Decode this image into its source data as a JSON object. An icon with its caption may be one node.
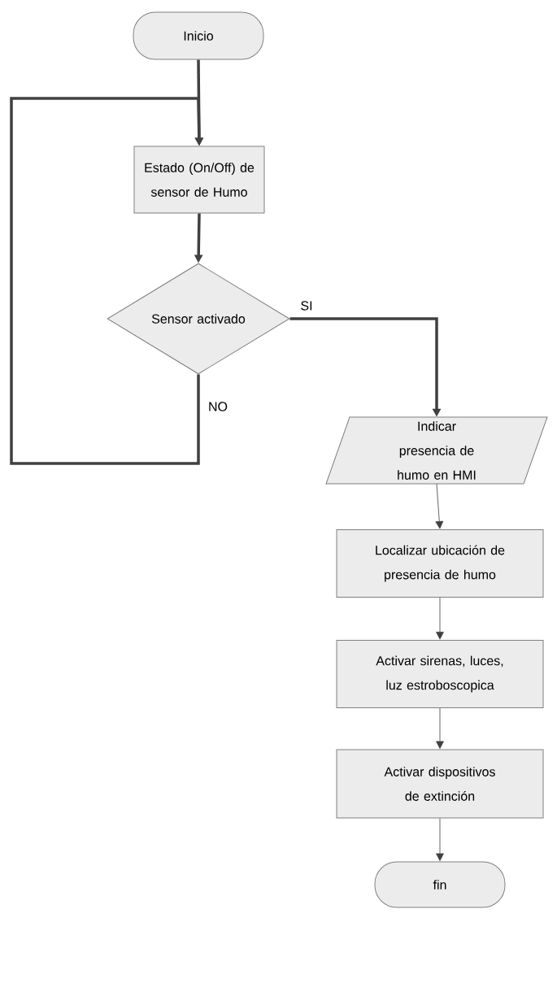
{
  "diagram": {
    "nodes": [
      {
        "text": [
          "Inicio"
        ]
      },
      {
        "text": [
          "Estado (On/Off) de sensor de Humo"
        ]
      },
      {
        "text": [
          "Sensor activado"
        ]
      },
      {
        "text": [
          "Indicar presencia de humo en HMI"
        ]
      },
      {
        "text": [
          "Localizar ubicación de presencia de humo"
        ]
      },
      {
        "text": [
          "Activar sirenas, luces, luz estroboscopica"
        ]
      },
      {
        "text": [
          "Activar dispositivos de extinción"
        ]
      },
      {
        "text": [
          "fin"
        ]
      }
    ],
    "edges": [
      {
        "from": 0,
        "to": 1,
        "arrow": "to",
        "style": "thick"
      },
      {
        "from": 1,
        "to": 2,
        "arrow": "to",
        "style": "thick"
      },
      {
        "from": 2,
        "to": 3,
        "arrow": "to",
        "style": "thick",
        "label": "SI"
      },
      {
        "from": 2,
        "to": 1,
        "arrow": "to",
        "style": "thick",
        "label": "NO"
      },
      {
        "from": 3,
        "to": 4,
        "arrow": "to"
      },
      {
        "from": 4,
        "to": 5,
        "arrow": "to"
      },
      {
        "from": 5,
        "to": 6,
        "arrow": "to"
      },
      {
        "from": 6,
        "to": 7,
        "arrow": "to"
      }
    ]
  }
}
